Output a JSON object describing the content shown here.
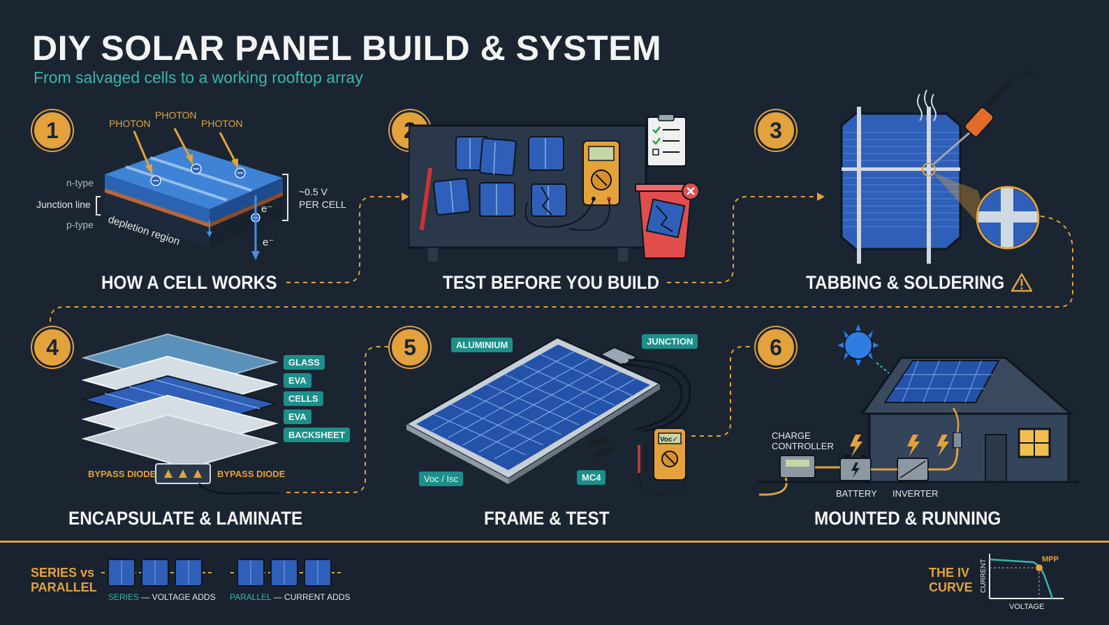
{
  "header": {
    "title": "DIY SOLAR PANEL BUILD & SYSTEM",
    "subtitle": "From salvaged cells to a working rooftop array"
  },
  "steps": [
    {
      "number": "1",
      "title": "HOW A CELL WORKS"
    },
    {
      "number": "2",
      "title": "TEST BEFORE YOU BUILD"
    },
    {
      "number": "3",
      "title": "TABBING & SOLDERING"
    },
    {
      "number": "4",
      "title": "ENCAPSULATE & LAMINATE"
    },
    {
      "number": "5",
      "title": "FRAME & TEST"
    },
    {
      "number": "6",
      "title": "MOUNTED & RUNNING"
    }
  ],
  "cell": {
    "photon": "PHOTON",
    "n_type": "n-type",
    "junction": "Junction line",
    "p_type": "p-type",
    "depletion": "depletion region",
    "voltage_value": "~0.5 V",
    "voltage_unit": "PER CELL",
    "electron": "e⁻"
  },
  "layers": {
    "glass": "GLASS",
    "eva_top": "EVA",
    "cells": "CELLS",
    "eva_bottom": "EVA",
    "backsheet": "BACKSHEET",
    "bypass_left": "BYPASS DIODE",
    "bypass_right": "BYPASS DIODE"
  },
  "frame": {
    "aluminium": "ALUMINIUM",
    "junction": "JUNCTION",
    "voc_isc": "Voc / Isc",
    "mc4": "MC4",
    "meter_screen": "Voc✓"
  },
  "system": {
    "charge_controller_1": "CHARGE",
    "charge_controller_2": "CONTROLLER",
    "battery": "BATTERY",
    "inverter": "INVERTER"
  },
  "bottom": {
    "series_title_1": "SERIES vs",
    "series_title_2": "PARALLEL",
    "series_word": "SERIES",
    "series_rest": " — VOLTAGE ADDS",
    "parallel_word": "PARALLEL",
    "parallel_rest": " — CURRENT ADDS",
    "iv_title_1": "THE IV",
    "iv_title_2": "CURVE",
    "iv_mpp": "MPP",
    "iv_xlabel": "VOLTAGE",
    "iv_ylabel": "CURRENT"
  },
  "colors": {
    "background": "#1b2532",
    "accent_orange": "#e3a23b",
    "accent_teal": "#38b6ad",
    "cell_blue": "#2f5fb8"
  }
}
